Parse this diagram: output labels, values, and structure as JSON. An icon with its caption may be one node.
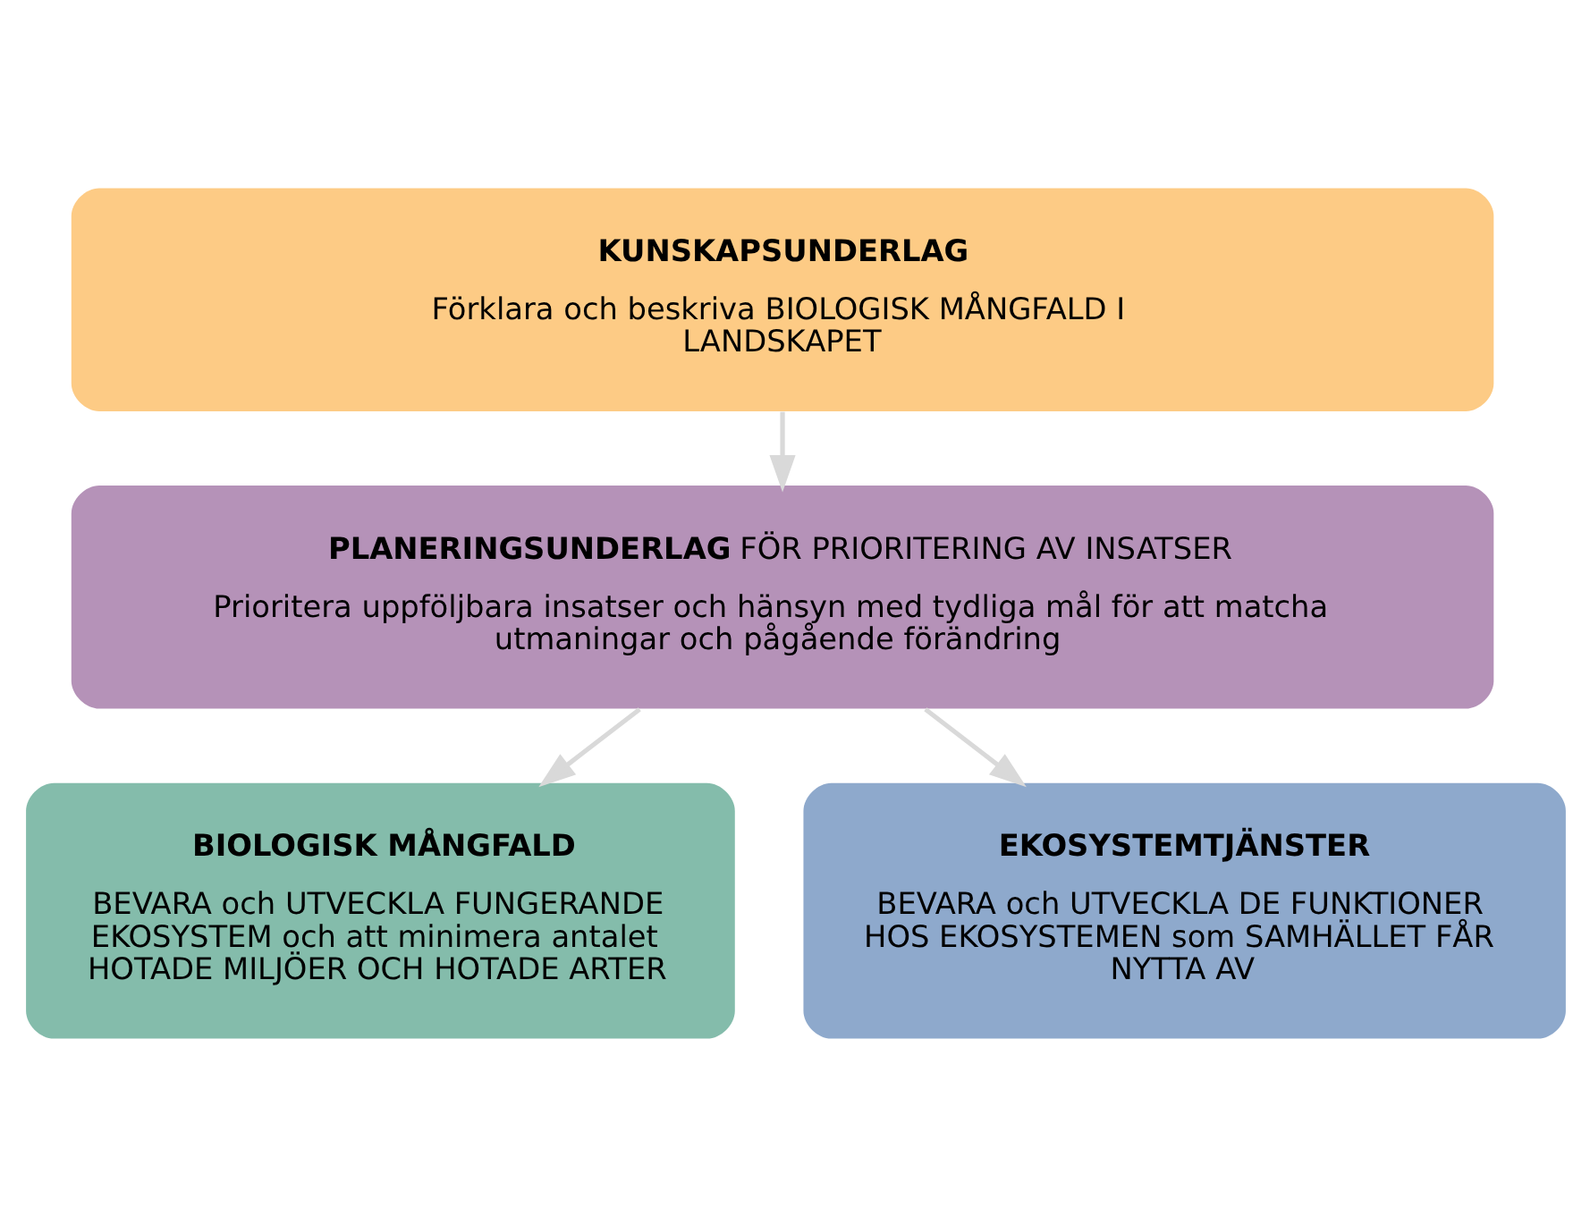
{
  "diagram": {
    "nodes": [
      {
        "text": [
          "KUNSKAPSUNDERLAG",
          "Förklara och beskriva BIOLOGISK MÅNGFALD I LANDSKAPET"
        ]
      },
      {
        "text": [
          "**PLANERINGSUNDERLAG** FÖR PRIORITERING AV INSATSER",
          "Prioritera uppföljbara insatser och hänsyn med tydliga mål för att matcha utmaningar och pågående förändring"
        ]
      },
      {
        "text": [
          "BIOLOGISK MÅNGFALD",
          "BEVARA och UTVECKLA FUNGERANDE EKOSYSTEM och att minimera antalet HOTADE MILJÖER OCH HOTADE ARTER"
        ]
      },
      {
        "text": [
          "EKOSYSTEMTJÄNSTER",
          "BEVARA och UTVECKLA DE FUNKTIONER HOS EKOSYSTEMEN som SAMHÄLLET FÅR NYTTA AV"
        ]
      }
    ],
    "edges": [
      {
        "from": 0,
        "to": 1,
        "arrow": "to"
      },
      {
        "from": 1,
        "to": 2,
        "arrow": "to"
      },
      {
        "from": 1,
        "to": 3,
        "arrow": "to"
      }
    ]
  }
}
